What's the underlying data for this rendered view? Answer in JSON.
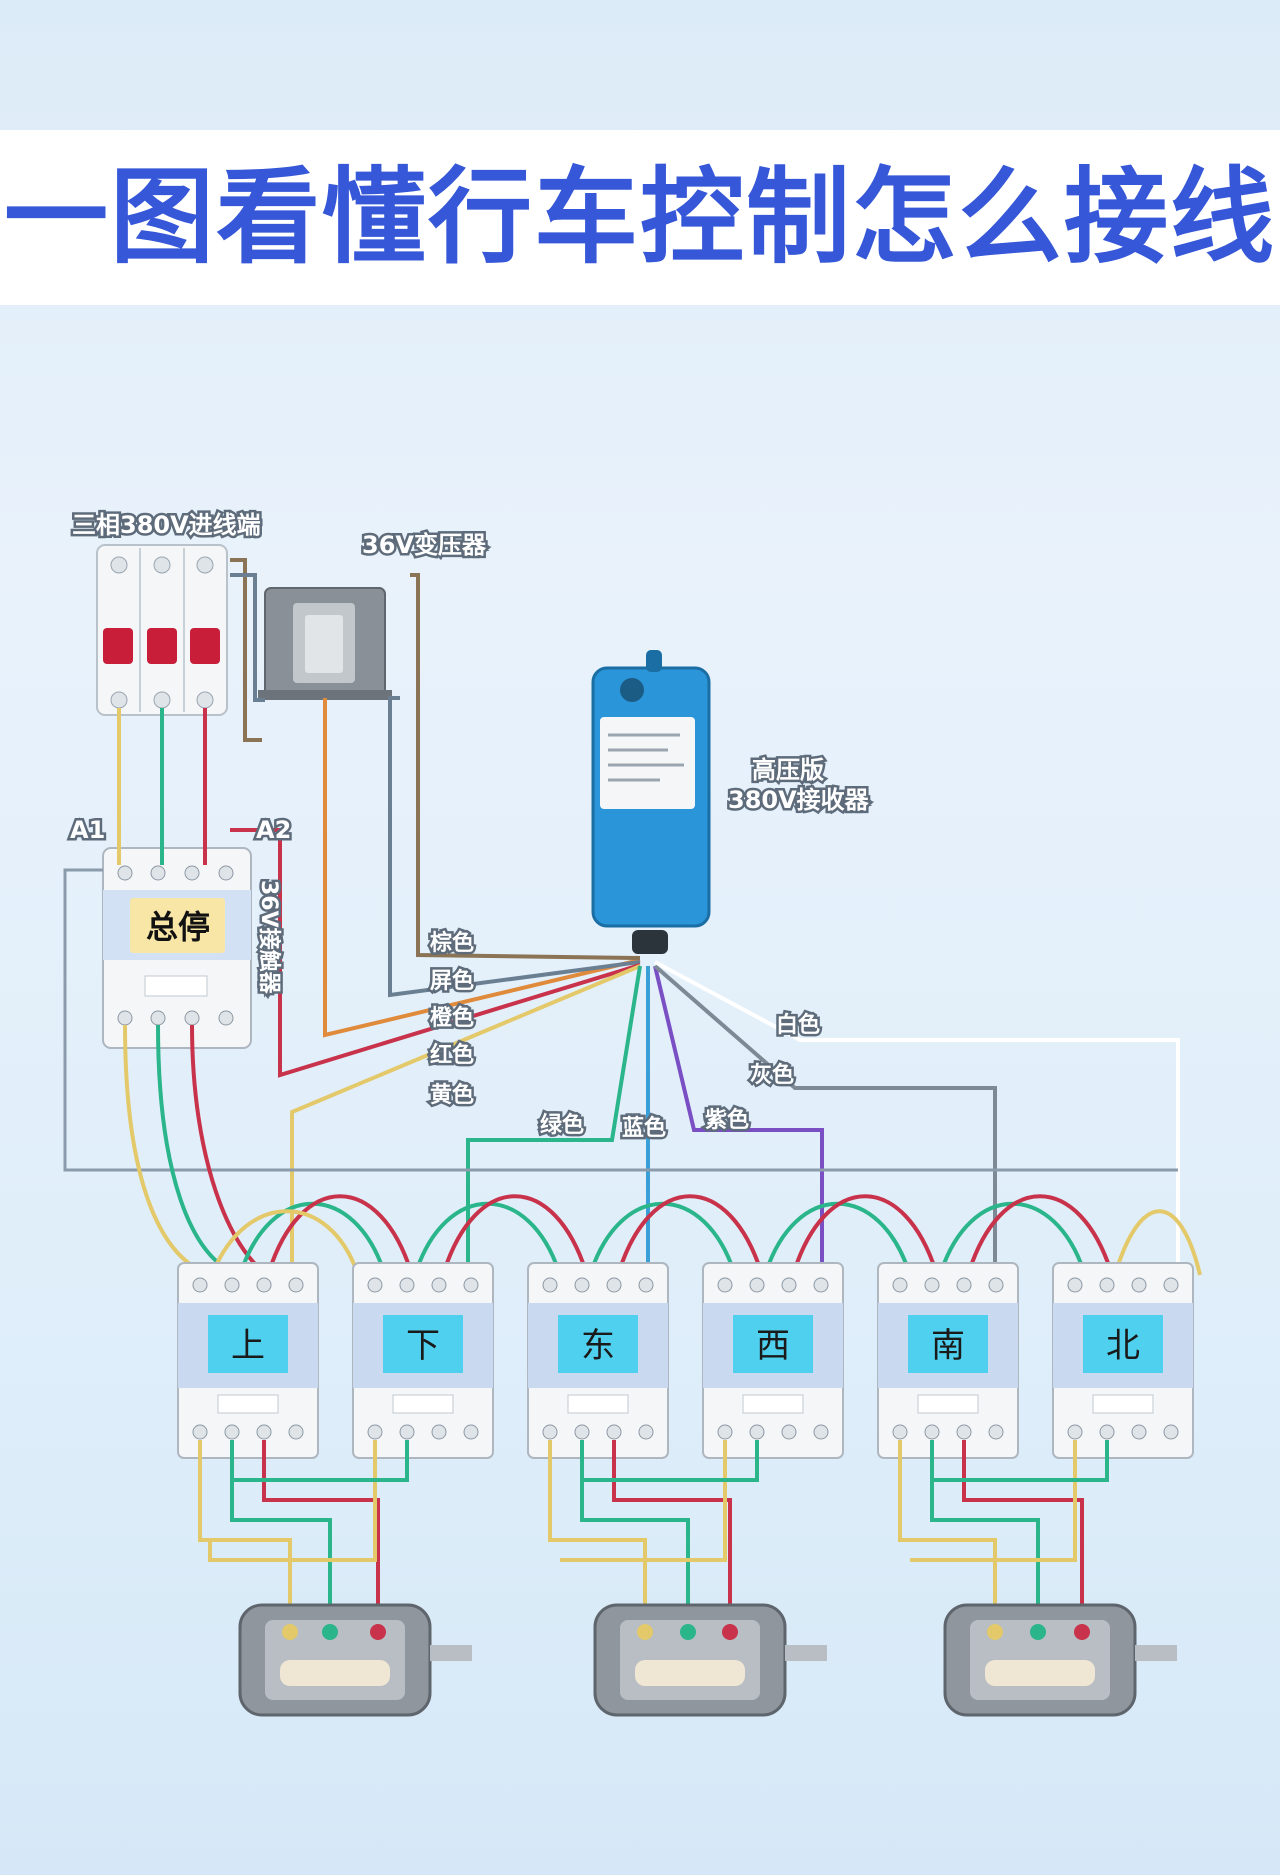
{
  "title": "一图看懂行车控制怎么接线",
  "labels": {
    "breaker": "三相380V进线端",
    "transformer": "36V变压器",
    "receiver_line1": "高压版",
    "receiver_line2": "380V接收器",
    "terminal_a1": "A1",
    "terminal_a2": "A2",
    "main_contactor_name": "总停",
    "main_contactor_side": "36V接触器"
  },
  "wire_colors": [
    {
      "label": "棕色",
      "hex": "#8b7355"
    },
    {
      "label": "屏色",
      "hex": "#6b7f93"
    },
    {
      "label": "橙色",
      "hex": "#e08a3c"
    },
    {
      "label": "红色",
      "hex": "#c8324a"
    },
    {
      "label": "黄色",
      "hex": "#e3c96a"
    },
    {
      "label": "绿色",
      "hex": "#2bb58a"
    },
    {
      "label": "蓝色",
      "hex": "#3a9fd6"
    },
    {
      "label": "紫色",
      "hex": "#7a4fc4"
    },
    {
      "label": "灰色",
      "hex": "#7d8a96"
    },
    {
      "label": "白色",
      "hex": "#ffffff"
    }
  ],
  "contactors": [
    "上",
    "下",
    "东",
    "西",
    "南",
    "北"
  ],
  "colors": {
    "title": "#3557d8",
    "receiver": "#2a95d8",
    "breaker_handle": "#c81e3a",
    "plate": "#4fd0ee",
    "stop_plate": "#f7e6a6"
  }
}
